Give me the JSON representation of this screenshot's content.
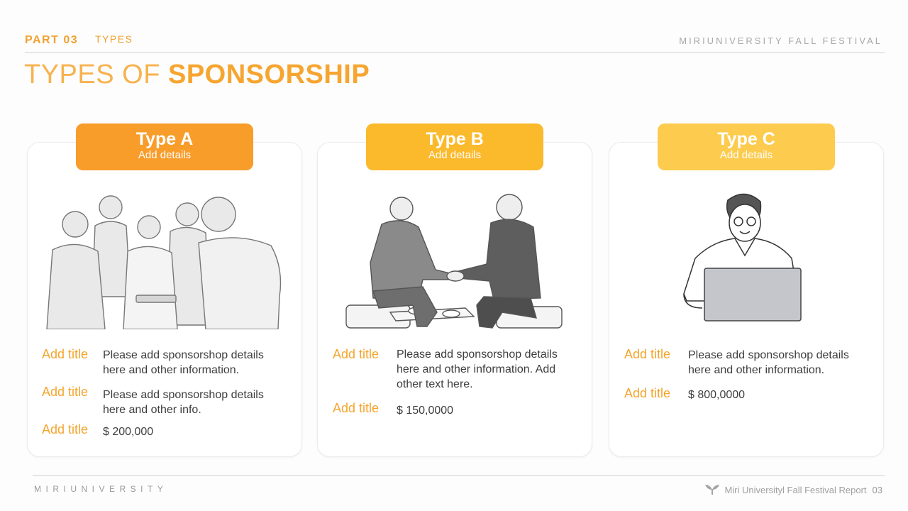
{
  "header": {
    "part": "PART 03",
    "section": "TYPES",
    "festival": "MIRIUNIVERSITY FALL FESTIVAL",
    "title_light": "TYPES OF ",
    "title_bold": "SPONSORSHIP"
  },
  "cards": [
    {
      "title": "Type A",
      "subtitle": "Add details",
      "color": "#f89c2a",
      "image": "team-group-illustration",
      "rows": [
        {
          "label": "Add title",
          "text": "Please add sponsorshop details here and other information."
        },
        {
          "label": "Add title",
          "text": "Please add sponsorshop details here and other info."
        },
        {
          "label": "Add title",
          "text": "$ 200,000"
        }
      ]
    },
    {
      "title": "Type B",
      "subtitle": "Add details",
      "color": "#fbb92c",
      "image": "handshake-illustration",
      "rows": [
        {
          "label": "Add title",
          "text": "Please add sponsorshop details here and other information. Add other text here."
        },
        {
          "label": "Add title",
          "text": "$ 150,0000"
        }
      ]
    },
    {
      "title": "Type C",
      "subtitle": "Add details",
      "color": "#fdcb4e",
      "image": "laptop-person-illustration",
      "rows": [
        {
          "label": "Add title",
          "text": "Please add sponsorshop details here and other information."
        },
        {
          "label": "Add title",
          "text": "$ 800,0000"
        }
      ]
    }
  ],
  "footer": {
    "left": "MIRIUNIVERSITY",
    "right": "Miri Universityl Fall Festival Report",
    "page": "03",
    "logo_icon": "leaf-logo-icon"
  }
}
